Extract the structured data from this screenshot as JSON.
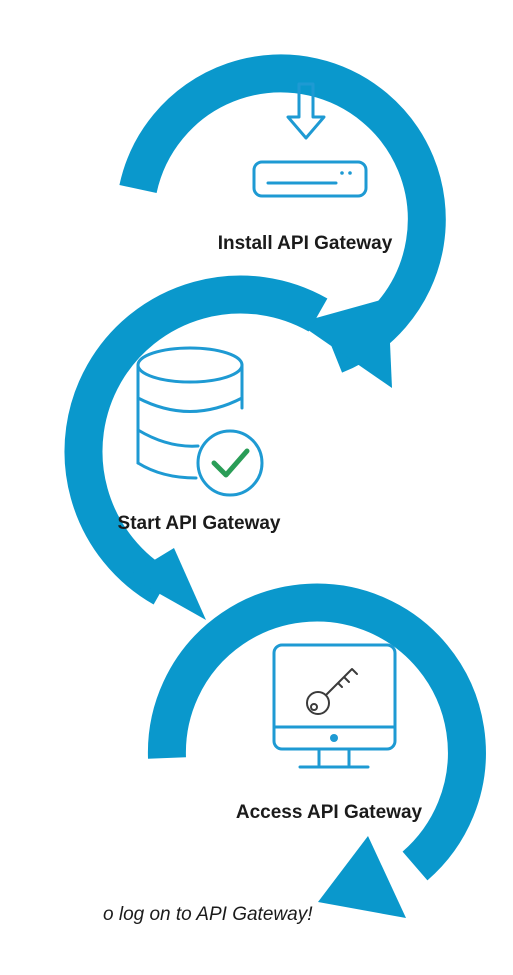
{
  "steps": [
    {
      "label": "Install API Gateway",
      "icon": "download-server-icon"
    },
    {
      "label": "Start API Gateway",
      "icon": "database-check-icon"
    },
    {
      "label": "Access API Gateway",
      "icon": "monitor-key-icon"
    }
  ],
  "tagline": "o log on to API Gateway!",
  "colors": {
    "arc": "#0a98cc",
    "icon": "#1e9ad3",
    "check": "#2a9d57",
    "text": "#1b1b1b"
  }
}
